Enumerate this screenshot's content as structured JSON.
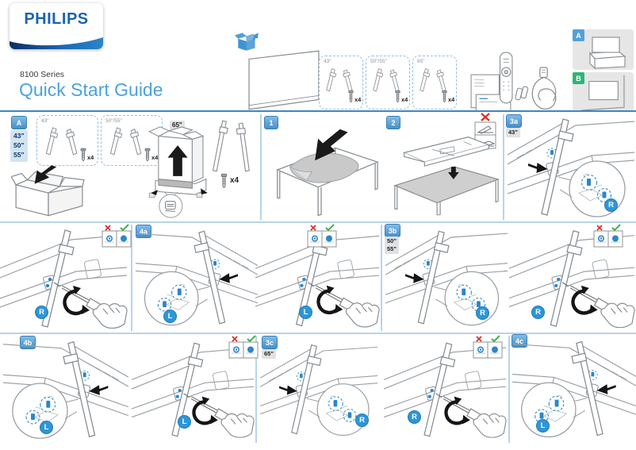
{
  "header": {
    "logo": "PHILIPS",
    "series": "8100 Series",
    "title": "Quick Start Guide"
  },
  "top_kits": [
    {
      "size": "43\"",
      "qty": "x4"
    },
    {
      "size": "50\"/55\"",
      "qty": "x4"
    },
    {
      "size": "65\"",
      "qty": "x4"
    }
  ],
  "options": {
    "a": "A",
    "b": "B"
  },
  "panel_a": {
    "label": "A",
    "sizes": [
      "43\"",
      "50\"",
      "55\""
    ],
    "kits": [
      {
        "size": "43\"",
        "qty": "x4"
      },
      {
        "size": "50\"/55\"",
        "qty": "x4"
      }
    ],
    "label_65": "65\"",
    "qty_65": "x4"
  },
  "steps": {
    "s1": "1",
    "s2": "2",
    "s3a": "3a",
    "s3a_size": "43\"",
    "s4a": "4a",
    "s3b": "3b",
    "s3b_sizes": [
      "50\"",
      "55\""
    ],
    "s4b": "4b",
    "s3c": "3c",
    "s3c_size": "65\"",
    "s4c": "4c"
  },
  "legs": {
    "r": "R",
    "l": "L"
  },
  "colors": {
    "philips_blue": "#1a64b0",
    "title_blue": "#4aa3da",
    "accent_blue": "#2e96d6",
    "tab_green": "#2eb478",
    "warn_red": "#da3327",
    "ok_green": "#3cb14d"
  }
}
